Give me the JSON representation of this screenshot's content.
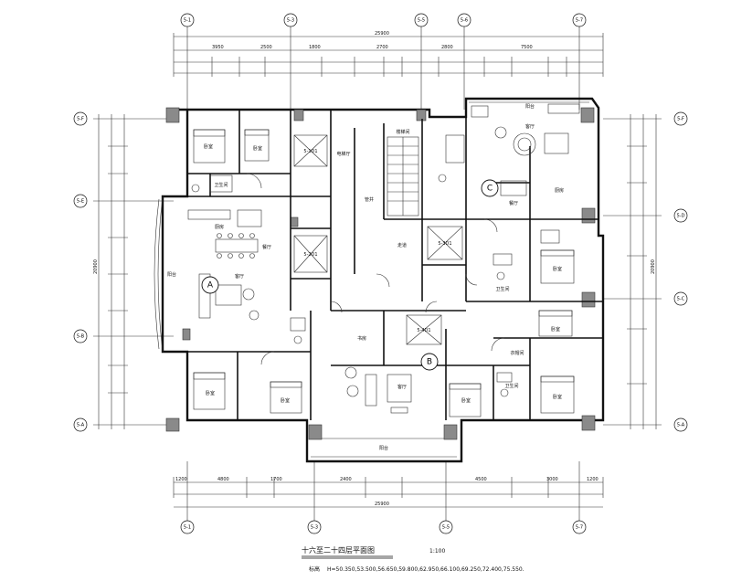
{
  "grid_axes": {
    "top": [
      "5-1",
      "5-3",
      "5-5",
      "5-6",
      "5-7"
    ],
    "bottom": [
      "5-1",
      "5-3",
      "5-5",
      "5-7"
    ],
    "left": [
      "5-F",
      "5-E",
      "5-B",
      "5-A"
    ],
    "right": [
      "5-F",
      "5-D",
      "5-C",
      "5-A"
    ]
  },
  "dimensions": {
    "top_total": "25900",
    "top_segments": [
      "3950",
      "2500",
      "1800",
      "2700",
      "2800",
      "7500"
    ],
    "bottom_total": "25900",
    "bottom_segments": [
      "1200",
      "4800",
      "1700",
      "2400",
      "4500",
      "3000",
      "1200"
    ],
    "left_total": "20900",
    "right_total": "20900"
  },
  "units": [
    "A",
    "B",
    "C"
  ],
  "room_labels": {
    "bedroom": "卧室",
    "living": "客厅",
    "dining": "餐厅",
    "kitchen": "厨房",
    "bath": "卫生间",
    "balcony": "阳台",
    "stair": "楼梯间",
    "lift_hall": "电梯厅",
    "lift_1": "5-1D1",
    "lift_2": "5-2D1",
    "lift_3": "5-3D1",
    "lift_4": "5-4D1",
    "closet": "衣帽间",
    "study": "书房",
    "pipe": "管井",
    "corridor": "走道"
  },
  "caption": {
    "title": "十六至二十四层平面图",
    "scale": "1:100",
    "note_label": "标高",
    "note_text": "H=50.350,53.500,56.650,59.800,62.950,66.100,69.250,72.400,75.550."
  }
}
